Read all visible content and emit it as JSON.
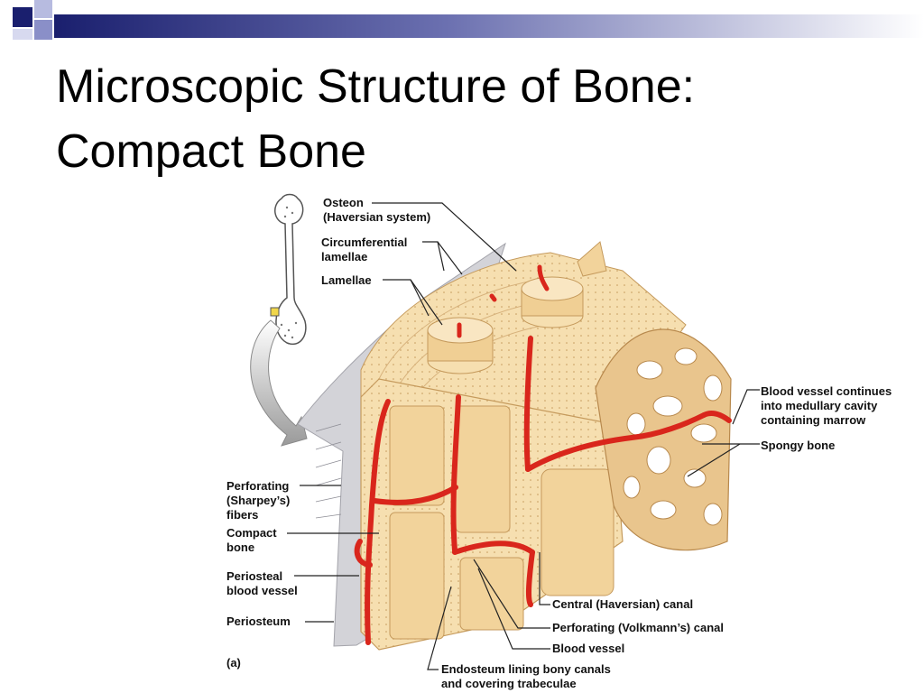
{
  "slide": {
    "title_line1": "Microscopic Structure of Bone:",
    "title_line2": "Compact Bone"
  },
  "colors": {
    "accent_navy": "#1a1f6e",
    "accent_lilac": "#9a9fd0",
    "bone_light": "#f6dfb0",
    "bone_dark": "#e3bf86",
    "vessel_red": "#d9261c",
    "periosteum_gray": "#c9c9cf"
  },
  "labels": {
    "osteon": "Osteon",
    "haversian_system": "(Haversian system)",
    "circumferential": "Circumferential",
    "lamellae_1": "lamellae",
    "lamellae_2": "Lamellae",
    "blood_vessel_continues": "Blood vessel continues",
    "into_medullary": "into medullary cavity",
    "containing_marrow": "containing marrow",
    "spongy_bone": "Spongy bone",
    "perforating": "Perforating",
    "sharpeys": "(Sharpey’s)",
    "fibers": "fibers",
    "compact": "Compact",
    "bone": "bone",
    "periosteal": "Periosteal",
    "periosteal_vessel": "blood vessel",
    "periosteum": "Periosteum",
    "panel_a": "(a)",
    "central_canal": "Central (Haversian) canal",
    "volkmann_canal": "Perforating (Volkmann’s) canal",
    "blood_vessel": "Blood vessel",
    "endosteum_1": "Endosteum lining bony canals",
    "endosteum_2": "and covering trabeculae"
  }
}
